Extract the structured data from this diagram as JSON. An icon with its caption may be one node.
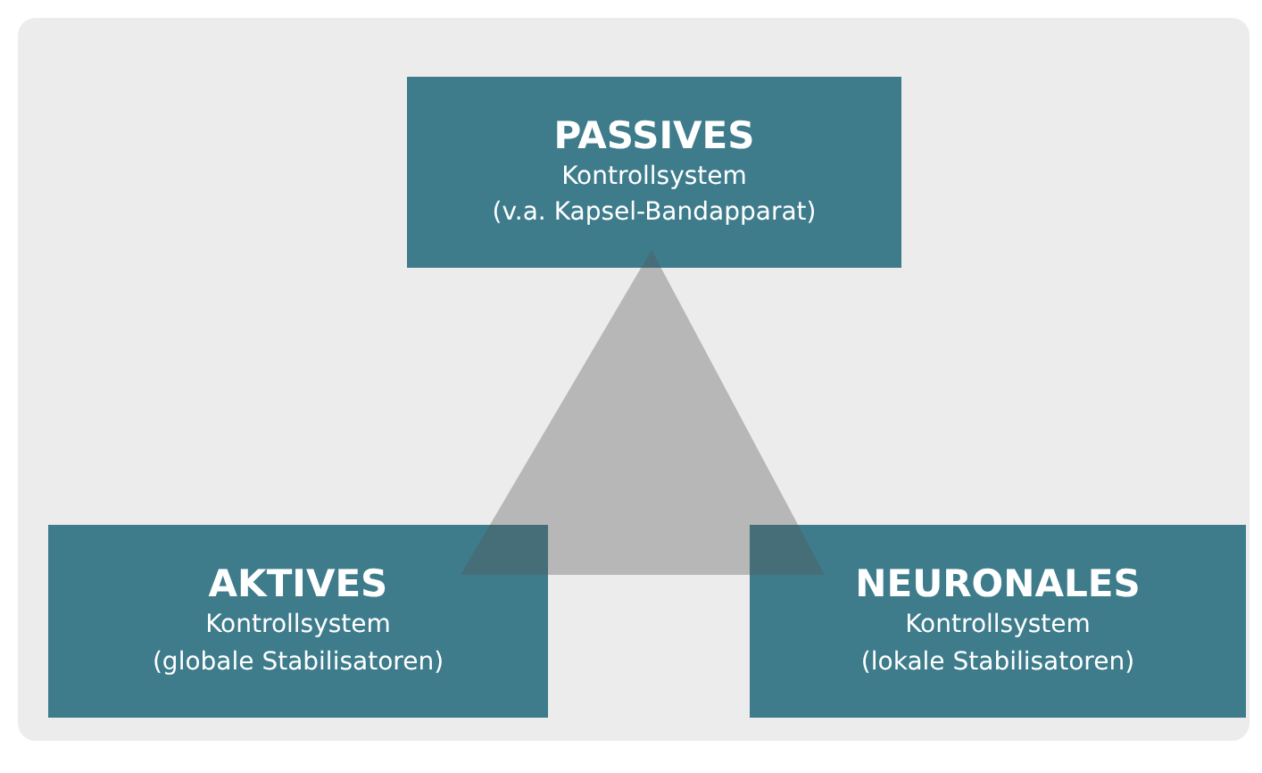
{
  "diagram": {
    "nodes": [
      {
        "text": [
          "PASSIVES",
          "Kontrollsystem",
          "(v.a. Kapsel-Bandapparat)"
        ]
      },
      {
        "text": [
          "AKTIVES",
          "Kontrollsystem",
          "(globale Stabilisatoren)"
        ]
      },
      {
        "text": [
          "NEURONALES",
          "Kontrollsystem",
          "(lokale Stabilisatoren)"
        ]
      },
      {
        "text": [],
        "shape": "triangle"
      }
    ]
  }
}
